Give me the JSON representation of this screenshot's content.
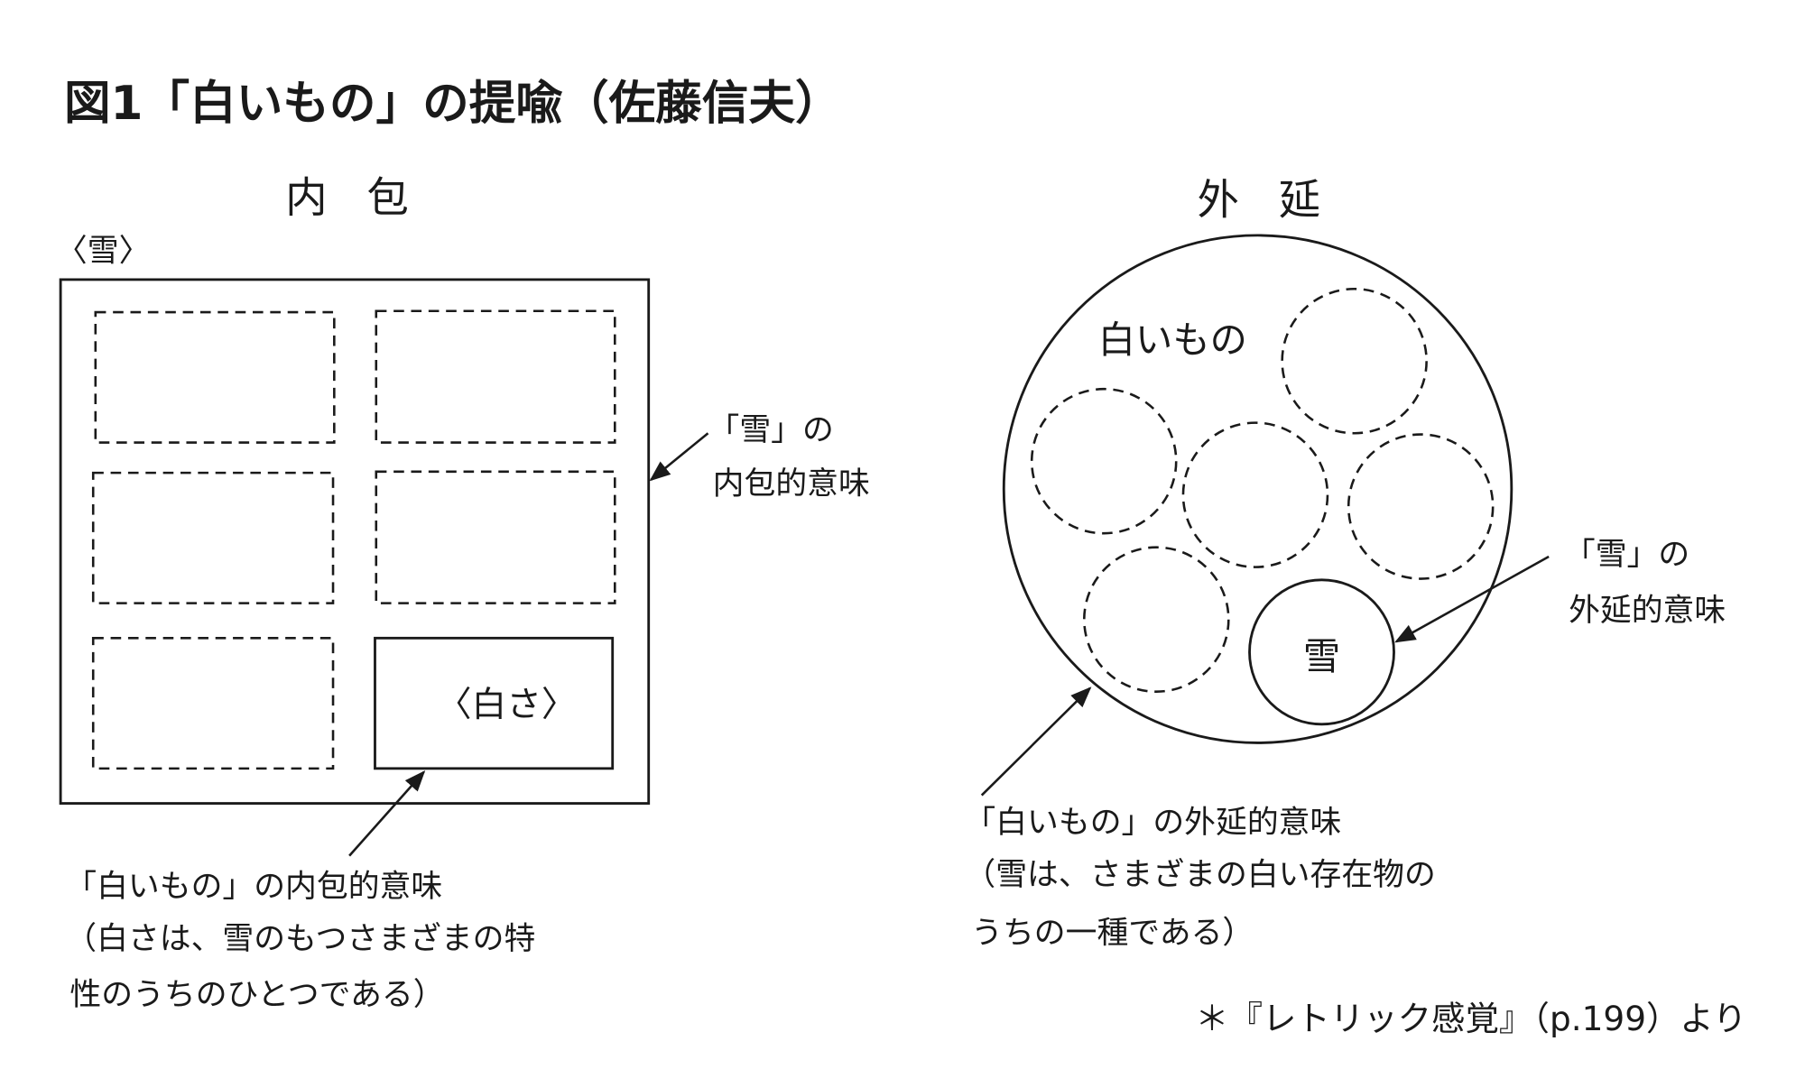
{
  "title": "図1「白いもの」の提喩（佐藤信夫）",
  "intension": {
    "heading": "内包",
    "object_label": "〈雪〉",
    "whiteness_label": "〈白さ〉",
    "snow_annotation": [
      "「雪」の",
      "内包的意味"
    ],
    "white_annotation": [
      "「白いもの」の内包的意味",
      "（白さは、雪のもつさまざまの特",
      "性のうちのひとつである）"
    ]
  },
  "extension": {
    "heading": "外延",
    "set_label": "白いもの",
    "snow_label": "雪",
    "snow_annotation": [
      "「雪」の",
      "外延的意味"
    ],
    "white_annotation": [
      "「白いもの」の外延的意味",
      "（雪は、さまざまの白い存在物の",
      "うちの一種である）"
    ]
  },
  "footnote": "＊『レトリック感覚』（p.199）より"
}
